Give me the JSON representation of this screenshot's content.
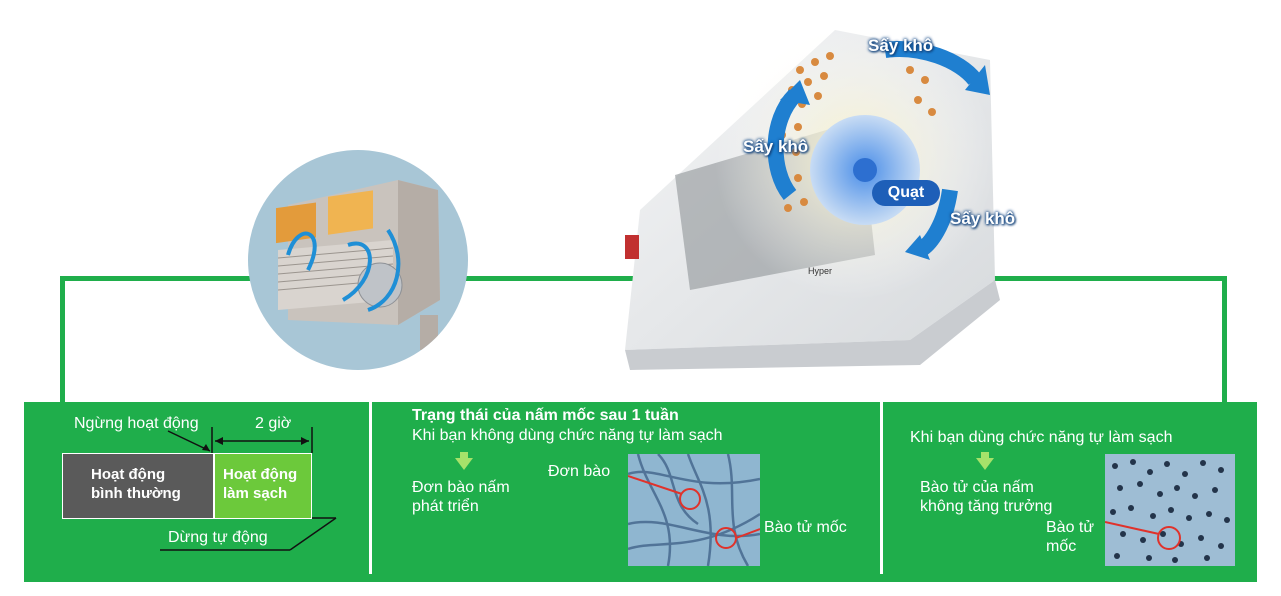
{
  "unit_labels": {
    "dry_top": "Sấy khô",
    "dry_left": "Sấy khô",
    "dry_right": "Sấy khô",
    "fan": "Quạt",
    "brand_tag": "Hyper"
  },
  "panel_timeline": {
    "stop_label": "Ngừng hoạt động",
    "duration_label": "2 giờ",
    "normal_block": "Hoạt động\nbình thường",
    "clean_block": "Hoạt động\nlàm sạch",
    "auto_stop_label": "Dừng tự động"
  },
  "panel_without": {
    "title": "Trạng thái của nấm mốc sau 1 tuần",
    "subtitle": "Khi bạn không dùng chức năng tự làm sạch",
    "result": "Đơn bào nấm\nphát triển",
    "photo_label_cell": "Đơn bào",
    "photo_label_spore": "Bào tử mốc"
  },
  "panel_with": {
    "subtitle": "Khi bạn dùng chức năng tự làm sạch",
    "result": "Bào tử của nấm\nkhông tăng trưởng",
    "photo_label_spore": "Bào tử\nmốc"
  },
  "colors": {
    "panel_green": "#1fae4b",
    "normal_block": "#5a5a5a",
    "clean_block": "#6cc93b",
    "arrow_lightgreen": "#a6e26a"
  }
}
